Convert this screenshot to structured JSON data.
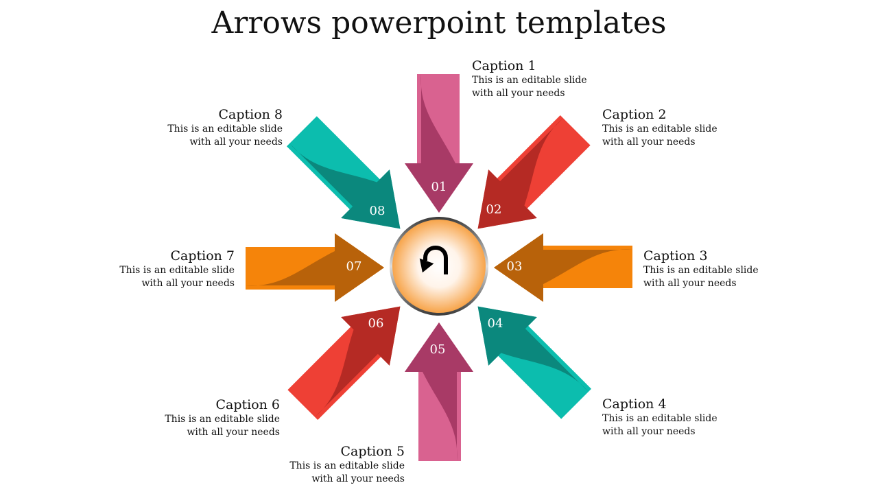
{
  "title": "Arrows powerpoint templates",
  "center_icon": "u-turn-arrow-icon",
  "colors": {
    "pink": "#D96290",
    "pink_dark": "#A83A66",
    "red": "#EE4035",
    "red_dark": "#B52A24",
    "orange": "#F5840A",
    "orange_dark": "#B8620A",
    "teal": "#0CBDAE",
    "teal_dark": "#0B887D",
    "center_fill": "#F7A44A"
  },
  "steps": [
    {
      "number": "01",
      "caption": "Caption 1",
      "text": "This is an editable slide with all your needs"
    },
    {
      "number": "02",
      "caption": "Caption 2",
      "text": "This is an editable slide with all your needs"
    },
    {
      "number": "03",
      "caption": "Caption 3",
      "text": "This is an editable slide with all your needs"
    },
    {
      "number": "04",
      "caption": "Caption 4",
      "text": "This is an editable slide with all your needs"
    },
    {
      "number": "05",
      "caption": "Caption 5",
      "text": "This is an editable slide with all your needs"
    },
    {
      "number": "06",
      "caption": "Caption 6",
      "text": "This is an editable slide with all your needs"
    },
    {
      "number": "07",
      "caption": "Caption 7",
      "text": "This is an editable slide with all your needs"
    },
    {
      "number": "08",
      "caption": "Caption 8",
      "text": "This is an editable slide with all your needs"
    }
  ]
}
